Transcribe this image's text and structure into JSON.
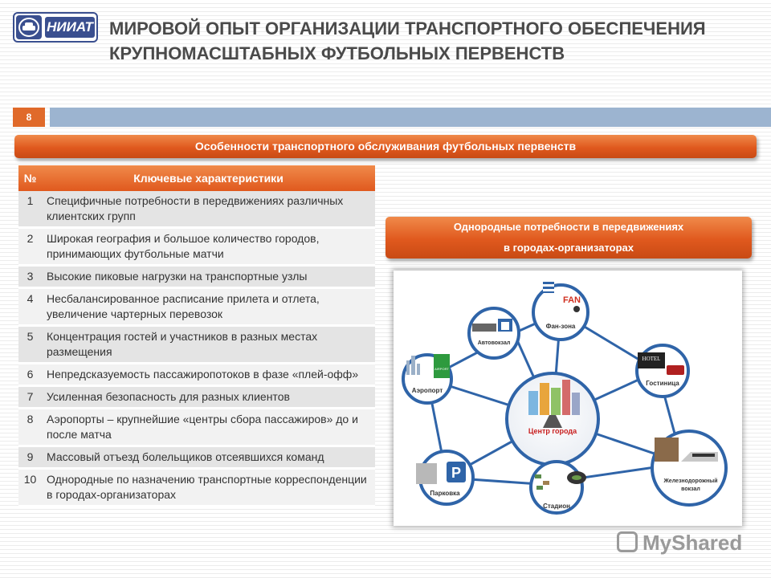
{
  "header": {
    "logo_text": "НИИАТ",
    "title": "МИРОВОЙ ОПЫТ ОРГАНИЗАЦИИ ТРАНСПОРТНОГО ОБЕСПЕЧЕНИЯ КРУПНОМАСШТАБНЫХ ФУТБОЛЬНЫХ ПЕРВЕНСТВ"
  },
  "page_number": "8",
  "banner_main": "Особенности  транспортного  обслуживания  футбольных  первенств",
  "table": {
    "col_num": "№",
    "col_desc": "Ключевые характеристики",
    "rows": [
      {
        "n": "1",
        "text": "Специфичные потребности в передвижениях различных клиентских групп"
      },
      {
        "n": "2",
        "text": "Широкая география и большое количество городов, принимающих футбольные матчи"
      },
      {
        "n": "3",
        "text": "Высокие пиковые нагрузки на транспортные узлы"
      },
      {
        "n": "4",
        "text": "Несбалансированное расписание прилета и отлета, увеличение чартерных перевозок"
      },
      {
        "n": "5",
        "text": "Концентрация гостей и участников в разных местах размещения"
      },
      {
        "n": "6",
        "text": "Непредсказуемость пассажиропотоков в фазе «плей-офф»"
      },
      {
        "n": "7",
        "text": "Усиленная безопасность для разных клиентов"
      },
      {
        "n": "8",
        "text": "Аэропорты – крупнейшие «центры сбора пассажиров» до и после матча"
      },
      {
        "n": "9",
        "text": "Массовый отъезд болельщиков отсеявшихся команд"
      },
      {
        "n": "10",
        "text": "Однородные по назначению транспортные корреспонденции в городах-организаторах"
      }
    ]
  },
  "banner_right": {
    "line1": "Однородные потребности в передвижениях",
    "line2": "в городах-организаторах"
  },
  "diagram": {
    "center": "Центр города",
    "nodes": {
      "fanzone": "Фан-зона",
      "bus_station": "Автовокзал",
      "airport": "Аэропорт",
      "hotel": "Гостиница",
      "railway_line1": "Железнодорожный",
      "railway_line2": "вокзал",
      "stadium": "Стадион",
      "parking": "Парковка"
    },
    "icon_texts": {
      "fan": "FAN",
      "hotel_sign": "HOTEL",
      "parking_sign": "P",
      "airport_sign": "AIRPORT"
    }
  },
  "watermark": "MyShared",
  "colors": {
    "accent": "#e0591e",
    "blue_bar": "#9cb4d0",
    "node_blue": "#2f64a8",
    "brand": "#3a4f8f"
  }
}
